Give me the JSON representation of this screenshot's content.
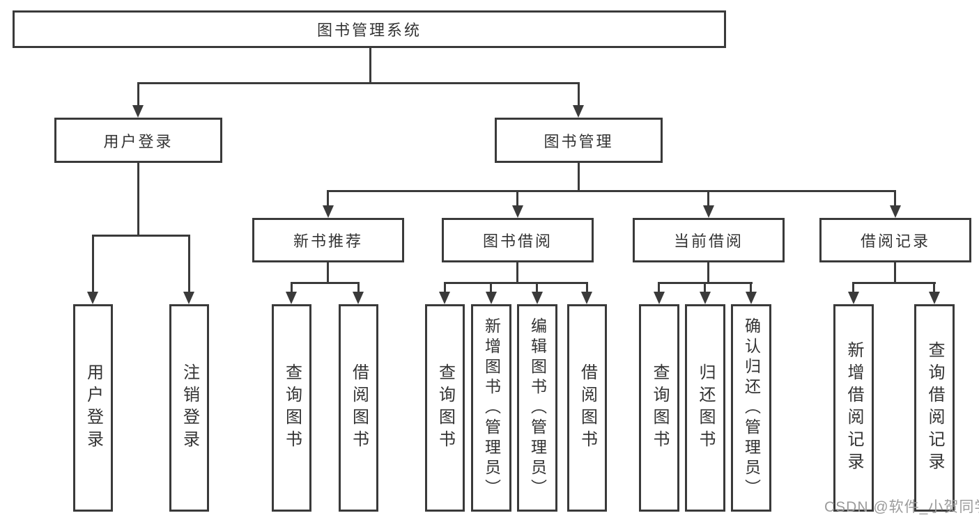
{
  "diagram_type": "hierarchy-tree",
  "colors": {
    "line": "#3a3a3a",
    "box_border": "#3a3a3a",
    "text": "#333333",
    "background": "#ffffff",
    "watermark": "#9b9b9b"
  },
  "tree": {
    "root": {
      "label": "图书管理系统",
      "children": [
        {
          "label": "用户登录",
          "children": [
            {
              "label": "用户登录"
            },
            {
              "label": "注销登录"
            }
          ]
        },
        {
          "label": "图书管理",
          "children": [
            {
              "label": "新书推荐",
              "children": [
                {
                  "label": "查询图书"
                },
                {
                  "label": "借阅图书"
                }
              ]
            },
            {
              "label": "图书借阅",
              "children": [
                {
                  "label": "查询图书"
                },
                {
                  "label": "新增图书（管理员）"
                },
                {
                  "label": "编辑图书（管理员）"
                },
                {
                  "label": "借阅图书"
                }
              ]
            },
            {
              "label": "当前借阅",
              "children": [
                {
                  "label": "查询图书"
                },
                {
                  "label": "归还图书"
                },
                {
                  "label": "确认归还（管理员）"
                }
              ]
            },
            {
              "label": "借阅记录",
              "children": [
                {
                  "label": "新增借阅记录"
                },
                {
                  "label": "查询借阅记录"
                }
              ]
            }
          ]
        }
      ]
    }
  },
  "watermark": {
    "text": "CSDN @软件_小贺同学"
  }
}
